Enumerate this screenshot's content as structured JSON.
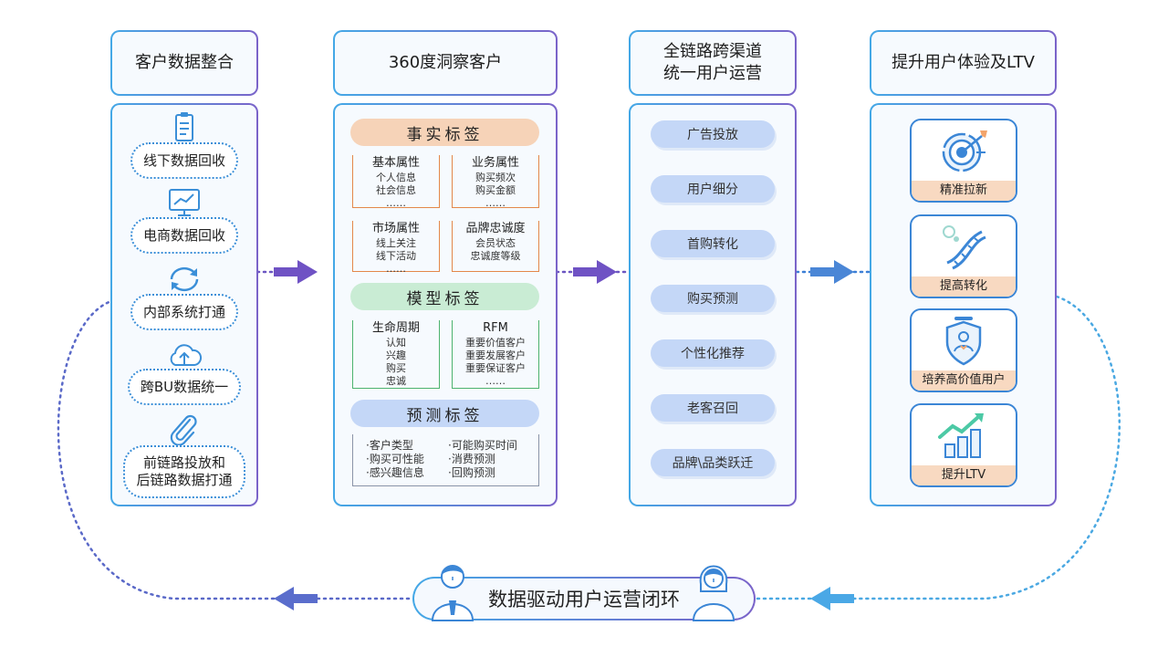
{
  "columns": [
    {
      "title": "客户数据整合"
    },
    {
      "title": "360度洞察客户"
    },
    {
      "title_line1": "全链路跨渠道",
      "title_line2": "统一用户运营"
    },
    {
      "title": "提升用户体验及LTV"
    }
  ],
  "col1_items": [
    {
      "label": "线下数据回收",
      "icon": "clipboard-icon"
    },
    {
      "label": "电商数据回收",
      "icon": "monitor-chart-icon"
    },
    {
      "label": "内部系统打通",
      "icon": "sync-icon"
    },
    {
      "label": "跨BU数据统一",
      "icon": "cloud-upload-icon"
    },
    {
      "label_line1": "前链路投放和",
      "label_line2": "后链路数据打通",
      "icon": "paperclip-icon"
    }
  ],
  "fact_tags": {
    "title": "事实标签",
    "boxes": [
      {
        "title": "基本属性",
        "rows": [
          "个人信息",
          "社会信息",
          "……"
        ]
      },
      {
        "title": "业务属性",
        "rows": [
          "购买频次",
          "购买金额",
          "……"
        ]
      },
      {
        "title": "市场属性",
        "rows": [
          "线上关注",
          "线下活动",
          "……"
        ]
      },
      {
        "title": "品牌忠诚度",
        "rows": [
          "会员状态",
          "忠诚度等级"
        ]
      }
    ]
  },
  "model_tags": {
    "title": "模型标签",
    "boxes": [
      {
        "title": "生命周期",
        "rows": [
          "认知",
          "兴趣",
          "购买",
          "忠诚"
        ]
      },
      {
        "title": "RFM",
        "rows": [
          "重要价值客户",
          "重要发展客户",
          "重要保证客户",
          "……"
        ]
      }
    ]
  },
  "predict_tags": {
    "title": "预测标签",
    "left": [
      "·客户类型",
      "·购买可性能",
      "·感兴趣信息"
    ],
    "right": [
      "·可能购买时间",
      "·消费预测",
      "·回购预测"
    ]
  },
  "col3_items": [
    "广告投放",
    "用户细分",
    "首购转化",
    "购买预测",
    "个性化推荐",
    "老客召回",
    "品牌\\品类跃迁"
  ],
  "col4_cards": [
    {
      "label": "精准拉新",
      "icon": "target-icon"
    },
    {
      "label": "提高转化",
      "icon": "dna-icon"
    },
    {
      "label": "培养高价值用户",
      "icon": "shield-user-icon"
    },
    {
      "label": "提升LTV",
      "icon": "growth-chart-icon"
    }
  ],
  "bottom": {
    "label": "数据驱动用户运营闭环"
  },
  "colors": {
    "accent_blue": "#3b86d6",
    "accent_purple": "#7a63c9",
    "fact": "#f6d3b8",
    "model": "#c9ecd4",
    "predict": "#c4d7f7"
  }
}
